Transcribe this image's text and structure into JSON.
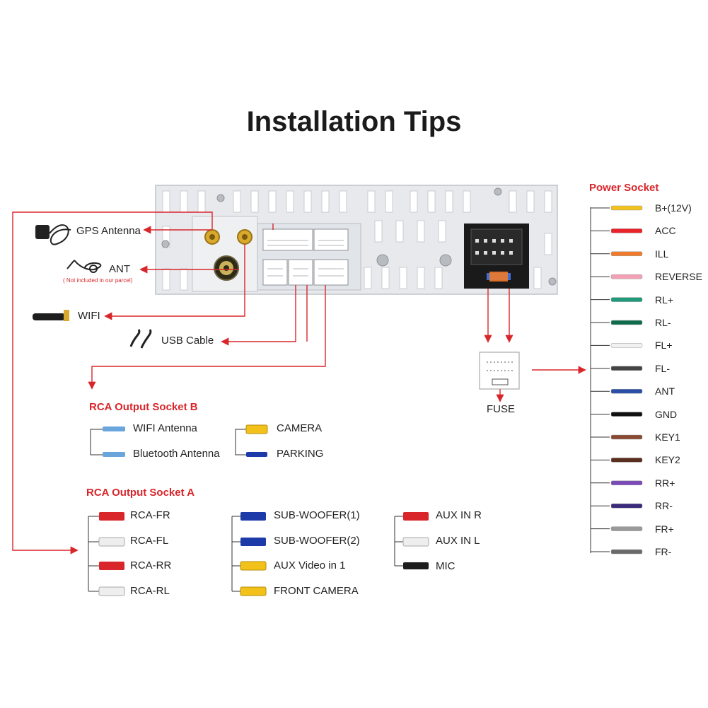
{
  "title": "Installation Tips",
  "antennas": {
    "gps": "GPS Antenna",
    "ant": "ANT",
    "ant_note": "( Not included in our parcel)",
    "wifi": "WIFI",
    "usb": "USB Cable"
  },
  "fuse": "FUSE",
  "rca_b": {
    "title": "RCA Output Socket B",
    "items": [
      "WIFI Antenna",
      "Bluetooth Antenna",
      "CAMERA",
      "PARKING"
    ]
  },
  "rca_a": {
    "title": "RCA Output Socket A",
    "col1": [
      "RCA-FR",
      "RCA-FL",
      "RCA-RR",
      "RCA-RL"
    ],
    "col2": [
      "SUB-WOOFER(1)",
      "SUB-WOOFER(2)",
      "AUX Video in 1",
      "FRONT CAMERA"
    ],
    "col3": [
      "AUX IN R",
      "AUX IN L",
      "MIC"
    ]
  },
  "power_socket": {
    "title": "Power Socket",
    "wires": [
      {
        "label": "B+(12V)",
        "color": "#f2c21b"
      },
      {
        "label": "ACC",
        "color": "#e8232a"
      },
      {
        "label": "ILL",
        "color": "#f07a2a"
      },
      {
        "label": "REVERSE",
        "color": "#f4a0b4"
      },
      {
        "label": "RL+",
        "color": "#1f9a7a"
      },
      {
        "label": "RL-",
        "color": "#0e6b4c"
      },
      {
        "label": "FL+",
        "color": "#f1f1f1"
      },
      {
        "label": "FL-",
        "color": "#444444"
      },
      {
        "label": "ANT",
        "color": "#2a4fa8"
      },
      {
        "label": "GND",
        "color": "#111111"
      },
      {
        "label": "KEY1",
        "color": "#8a4a32"
      },
      {
        "label": "KEY2",
        "color": "#5a2f20"
      },
      {
        "label": "RR+",
        "color": "#7a4ab8"
      },
      {
        "label": "RR-",
        "color": "#3a2a7a"
      },
      {
        "label": "FR+",
        "color": "#9a9a9a"
      },
      {
        "label": "FR-",
        "color": "#6a6a6a"
      }
    ]
  },
  "colors": {
    "accent": "#d8262b",
    "rca_red": "#d8262b",
    "rca_white": "#eeeeee",
    "rca_blue": "#1c3aa8",
    "rca_yellow": "#f2c21b",
    "antenna_blue": "#6aa6dc"
  }
}
